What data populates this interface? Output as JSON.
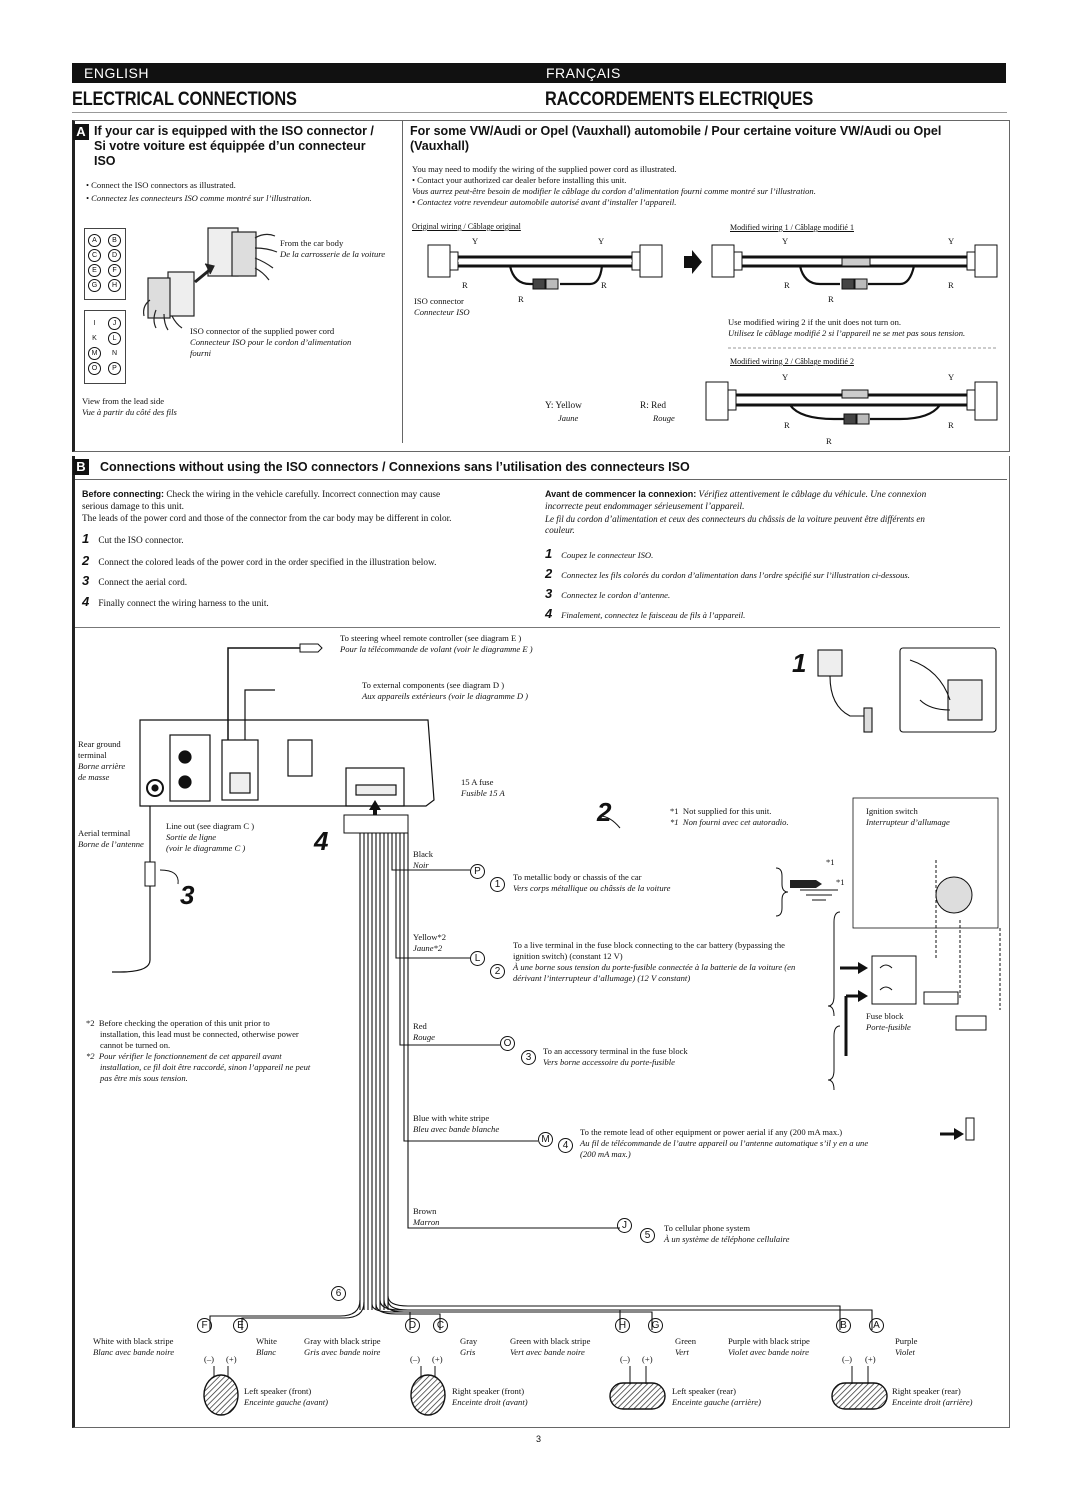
{
  "lang": {
    "en": "ENGLISH",
    "fr": "FRANÇAIS"
  },
  "titles": {
    "en": "ELECTRICAL CONNECTIONS",
    "fr": "RACCORDEMENTS ELECTRIQUES"
  },
  "sectionA": {
    "badge": "A",
    "heading_left_1": "If your car is equipped with the ISO connector /",
    "heading_left_2": "Si votre voiture est équippée d’un connecteur",
    "heading_left_3": "ISO",
    "bullet_en": "Connect the ISO connectors as illustrated.",
    "bullet_fr": "Connectez les connecteurs ISO comme montré sur l’illustration.",
    "from_car_body_en": "From the car body",
    "from_car_body_fr": "De la carrosserie de la voiture",
    "iso_supplied_en": "ISO connector of the supplied power cord",
    "iso_supplied_fr_1": "Connecteur ISO pour le cordon d’alimentation",
    "iso_supplied_fr_2": "fourni",
    "view_lead_en": "View from the lead side",
    "view_lead_fr": "Vue à partir du côté des fils",
    "pins_top": [
      "A",
      "B",
      "C",
      "D",
      "E",
      "F",
      "G",
      "H"
    ],
    "pins_bottom": [
      "I",
      "J",
      "K",
      "L",
      "M",
      "N",
      "O",
      "P"
    ],
    "heading_right_1": "For some VW/Audi or Opel (Vauxhall) automobile / Pour certaine voiture VW/Audi ou Opel",
    "heading_right_2": "(Vauxhall)",
    "right_en_1": "You may need to modify the wiring of the supplied power cord as illustrated.",
    "right_en_2": "Contact your authorized car dealer before installing this unit.",
    "right_fr_1": "Vous aurrez peut-être besoin de modifier le câblage du cordon d’alimentation fourni comme montré sur l’illustration.",
    "right_fr_2": "Contactez votre revendeur automobile autorisé avant d’installer l’appareil.",
    "original_wiring": "Original wiring / Câblage original",
    "modified_1": "Modified wiring 1 / Câblage modifié 1",
    "modified_2": "Modified wiring 2 / Câblage modifié 2",
    "iso_connector_en": "ISO connector",
    "iso_connector_fr": "Connecteur ISO",
    "use_modified_en": "Use modified wiring 2 if the unit does not turn on.",
    "use_modified_fr": "Utilisez le câblage modifié 2 si l’appareil ne se met pas sous tension.",
    "y_label": "Y",
    "r_label": "R",
    "legend_y_en": "Y: Yellow",
    "legend_y_fr": "Jaune",
    "legend_r_en": "R: Red",
    "legend_r_fr": "Rouge"
  },
  "sectionB": {
    "badge": "B",
    "heading": "Connections without using the ISO connectors / Connexions sans l’utilisation des connecteurs ISO",
    "before_en_bold": "Before connecting:",
    "before_en": "Check the wiring in the vehicle carefully. Incorrect connection may cause",
    "before_en_2": "serious damage to this unit.",
    "leads_en": "The leads of the power cord and those of the connector from the car body may be different in color.",
    "steps_en": [
      "Cut the ISO connector.",
      "Connect the colored leads of the power cord in the order specified in the illustration below.",
      "Connect the aerial cord.",
      "Finally connect the wiring harness to the unit."
    ],
    "before_fr_bold": "Avant de commencer la connexion:",
    "before_fr": "Vérifiez attentivement le câblage du véhicule. Une connexion",
    "before_fr_2": "incorrecte peut endommager sérieusement l’appareil.",
    "leads_fr_1": "Le fil du cordon d’alimentation et ceux des connecteurs du châssis de la voiture peuvent être différents en",
    "leads_fr_2": "couleur.",
    "steps_fr": [
      "Coupez le connecteur ISO.",
      "Connectez les fils colorés du cordon d’alimentation dans l’ordre spécifié sur l’illustration ci-dessous.",
      "Connectez le cordon d’antenne.",
      "Finalement, connectez le faisceau de fils à l’appareil."
    ],
    "step_numbers": [
      "1",
      "2",
      "3",
      "4"
    ]
  },
  "diagram": {
    "steering_en": "To steering wheel remote controller (see diagram E )",
    "steering_fr": "Pour la télécommande de volant (voir le diagramme E )",
    "external_en": "To external components (see diagram D )",
    "external_fr": "Aux appareils extérieurs (voir le diagramme D )",
    "rear_ground": [
      "Rear ground",
      "terminal"
    ],
    "rear_ground_fr": [
      "Borne arrière",
      "de masse"
    ],
    "aerial_en": "Aerial terminal",
    "aerial_fr": "Borne de l’antenne",
    "line_out_en": "Line out (see diagram C )",
    "line_out_fr_1": "Sortie de ligne",
    "line_out_fr_2": "(voir le diagramme C )",
    "fuse_en": "15 A fuse",
    "fuse_fr": "Fusible 15 A",
    "fuse_value": "15",
    "big_numbers": {
      "n1": "1",
      "n2": "2",
      "n3": "3",
      "n4": "4"
    },
    "note1_en": "Not supplied for this unit.",
    "note1_fr": "Non fourni avec cet autoradio.",
    "ignition_en": "Ignition switch",
    "ignition_fr": "Interrupteur d’allumage",
    "star1": "*1",
    "star2": "*2",
    "wires": [
      {
        "color_en": "Black",
        "color_fr": "Noir",
        "letter": "P",
        "num": "1",
        "desc_en": "To metallic body or chassis of the car",
        "desc_fr": "Vers corps métallique ou châssis de la voiture"
      },
      {
        "color_en": "Yellow*2",
        "color_fr": "Jaune*2",
        "letter": "L",
        "num": "2",
        "desc_en_1": "To a live terminal in the fuse block connecting to the car battery (bypassing the",
        "desc_en_2": "ignition switch) (constant 12 V)",
        "desc_fr_1": "À une borne sous tension du porte-fusible connectée à la batterie de la voiture (en",
        "desc_fr_2": "dérivant l’interrupteur d’allumage) (12 V constant)"
      },
      {
        "color_en": "Red",
        "color_fr": "Rouge",
        "letter": "O",
        "num": "3",
        "desc_en": "To an accessory terminal in the fuse block",
        "desc_fr": "Vers borne accessoire du porte-fusible"
      },
      {
        "color_en": "Blue with white stripe",
        "color_fr": "Bleu avec bande blanche",
        "letter": "M",
        "num": "4",
        "desc_en": "To the remote lead of other equipment or power aerial if any (200 mA max.)",
        "desc_fr_1": "Au fil de télécommande de l’autre appareil ou l’antenne automatique s’il y en a une",
        "desc_fr_2": "(200 mA max.)"
      },
      {
        "color_en": "Brown",
        "color_fr": "Marron",
        "letter": "J",
        "num": "5",
        "desc_en": "To cellular phone system",
        "desc_fr": "À un système de téléphone cellulaire"
      }
    ],
    "note2_en": [
      "Before checking the operation of this unit prior to",
      "installation, this lead must be connected, otherwise power",
      "cannot be turned on."
    ],
    "note2_fr": [
      "Pour vérifier le fonctionnement de cet appareil avant",
      "installation, ce fil doit être raccordé, sinon l’appareil ne peut",
      "pas être mis sous tension."
    ],
    "fuse_block_en": "Fuse block",
    "fuse_block_fr": "Porte-fusible",
    "num6": "6",
    "speakers": [
      {
        "l1": "F",
        "l2": "E",
        "neg_en": "White with black stripe",
        "neg_fr": "Blanc avec bande noire",
        "pos_en": "White",
        "pos_fr": "Blanc",
        "name_en": "Left speaker (front)",
        "name_fr": "Enceinte gauche (avant)"
      },
      {
        "l1": "D",
        "l2": "C",
        "neg_en": "Gray with black stripe",
        "neg_fr": "Gris avec bande noire",
        "pos_en": "Gray",
        "pos_fr": "Gris",
        "name_en": "Right speaker (front)",
        "name_fr": "Enceinte droit (avant)"
      },
      {
        "l1": "H",
        "l2": "G",
        "neg_en": "Green with black stripe",
        "neg_fr": "Vert avec bande noire",
        "pos_en": "Green",
        "pos_fr": "Vert",
        "name_en": "Left speaker (rear)",
        "name_fr": "Enceinte gauche (arrière)"
      },
      {
        "l1": "B",
        "l2": "A",
        "neg_en": "Purple with black stripe",
        "neg_fr": "Violet avec bande noire",
        "pos_en": "Purple",
        "pos_fr": "Violet",
        "name_en": "Right speaker (rear)",
        "name_fr": "Enceinte droit (arrière)"
      }
    ],
    "minus": "(–)",
    "plus": "(+)"
  },
  "page_number": "3"
}
